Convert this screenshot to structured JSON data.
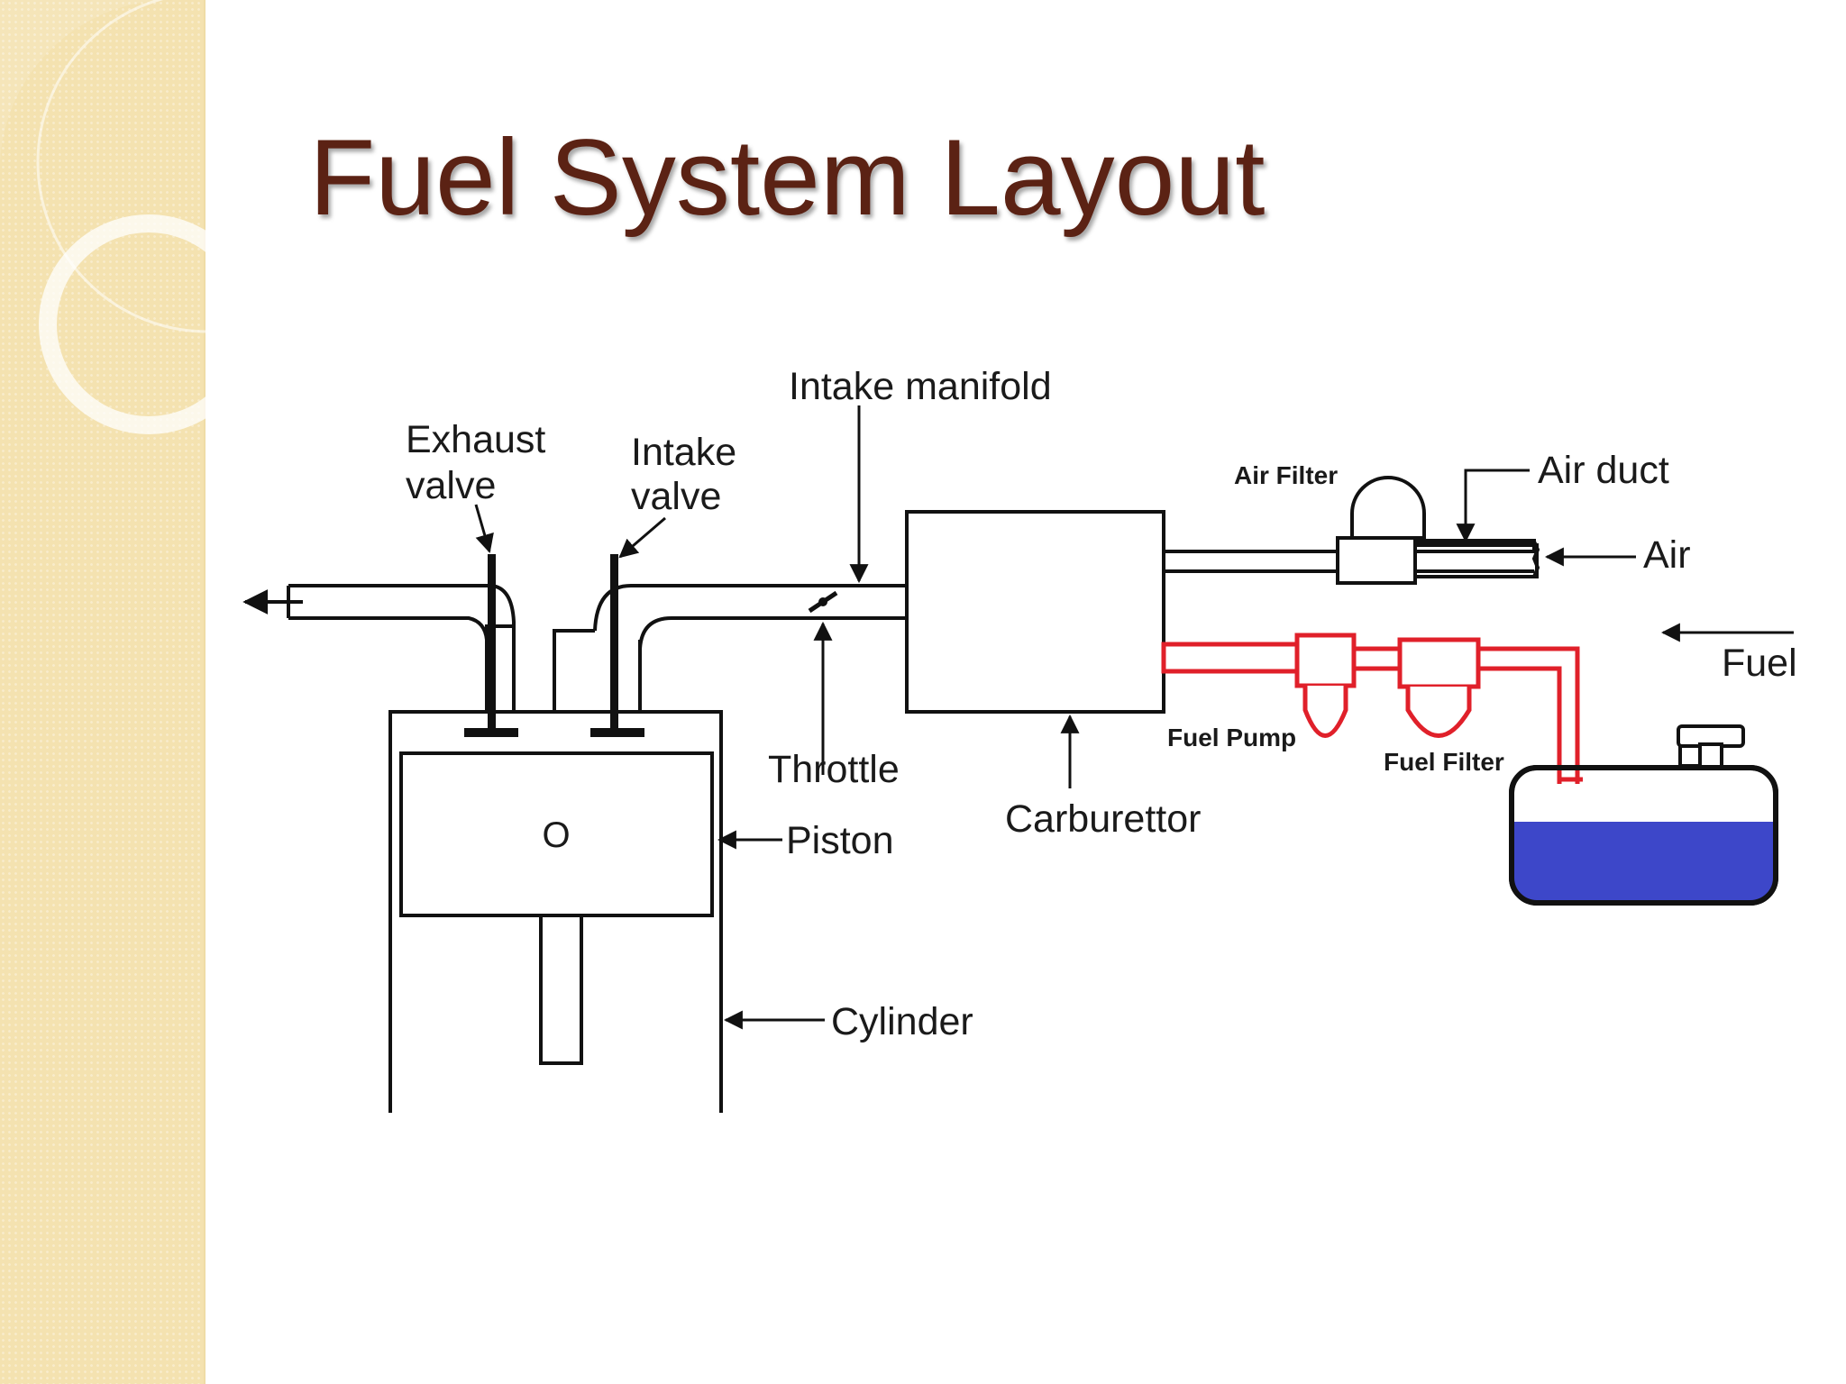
{
  "slide": {
    "title": "Fuel System Layout"
  },
  "labels": {
    "intake_manifold": "Intake manifold",
    "exhaust_valve_line1": "Exhaust",
    "exhaust_valve_line2": "valve",
    "intake_valve_line1": "Intake",
    "intake_valve_line2": "valve",
    "air_filter": "Air Filter",
    "air_duct": "Air duct",
    "air": "Air",
    "fuel": "Fuel",
    "fuel_pump": "Fuel Pump",
    "fuel_filter": "Fuel Filter",
    "throttle": "Throttle",
    "carburettor": "Carburettor",
    "piston": "Piston",
    "piston_mark": "O",
    "cylinder": "Cylinder"
  },
  "colors": {
    "title": "#5b2214",
    "fuel_line": "#e0202a",
    "fuel_in_tank": "#3d47c9",
    "sidebar": "#f4e2b0",
    "outline": "#111111"
  }
}
